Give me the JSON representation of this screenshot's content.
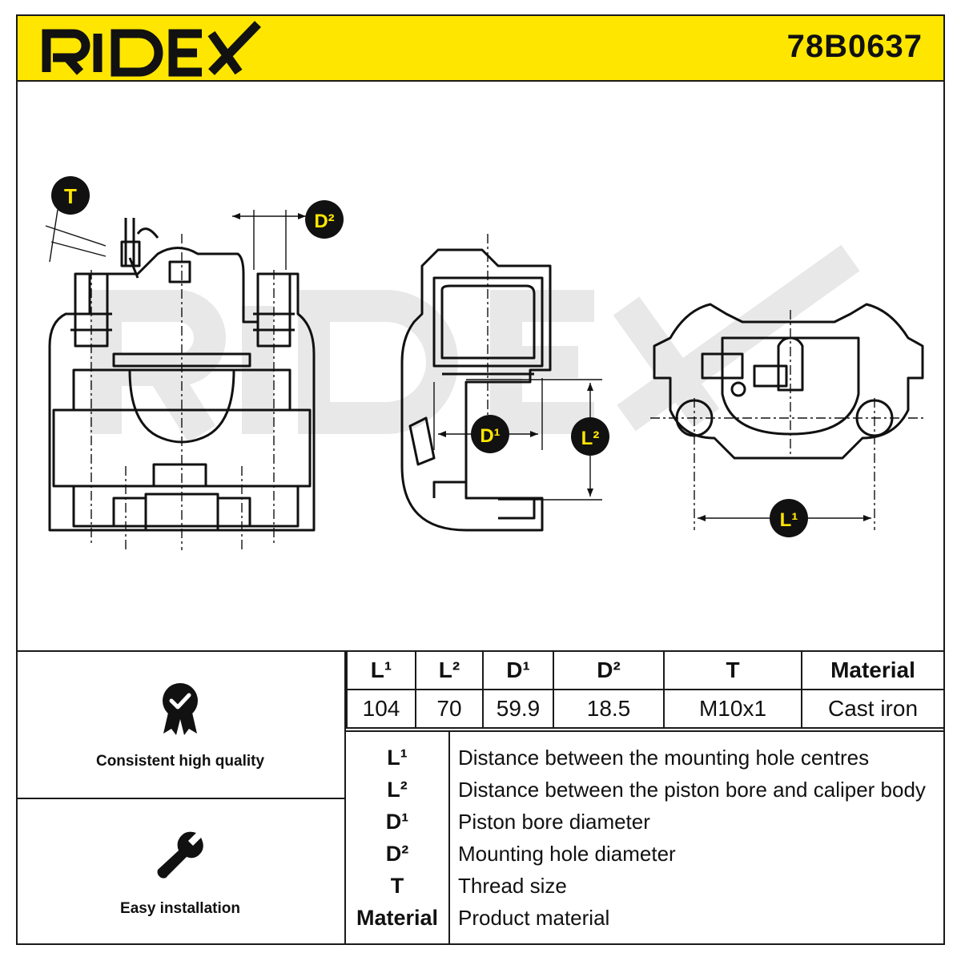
{
  "header": {
    "brand": "RIDEX",
    "part_number": "78B0637"
  },
  "colors": {
    "accent": "#ffe600",
    "line": "#1a1a1a",
    "watermark": "#e6e6e6"
  },
  "drawing_labels": {
    "T": "T",
    "D2": "D²",
    "D1": "D¹",
    "L2": "L²",
    "L1": "L¹"
  },
  "features": [
    {
      "icon": "quality-badge-icon",
      "label": "Consistent high quality"
    },
    {
      "icon": "wrench-icon",
      "label": "Easy installation"
    }
  ],
  "spec_table": {
    "headers": [
      "L¹",
      "L²",
      "D¹",
      "D²",
      "T",
      "Material"
    ],
    "values": [
      "104",
      "70",
      "59.9",
      "18.5",
      "M10x1",
      "Cast iron"
    ]
  },
  "legend": [
    {
      "key": "L¹",
      "desc": "Distance between the mounting hole centres"
    },
    {
      "key": "L²",
      "desc": "Distance between the piston bore and caliper body"
    },
    {
      "key": "D¹",
      "desc": "Piston bore diameter"
    },
    {
      "key": "D²",
      "desc": "Mounting hole diameter"
    },
    {
      "key": "T",
      "desc": "Thread size"
    },
    {
      "key": "Material",
      "desc": "Product material"
    }
  ]
}
